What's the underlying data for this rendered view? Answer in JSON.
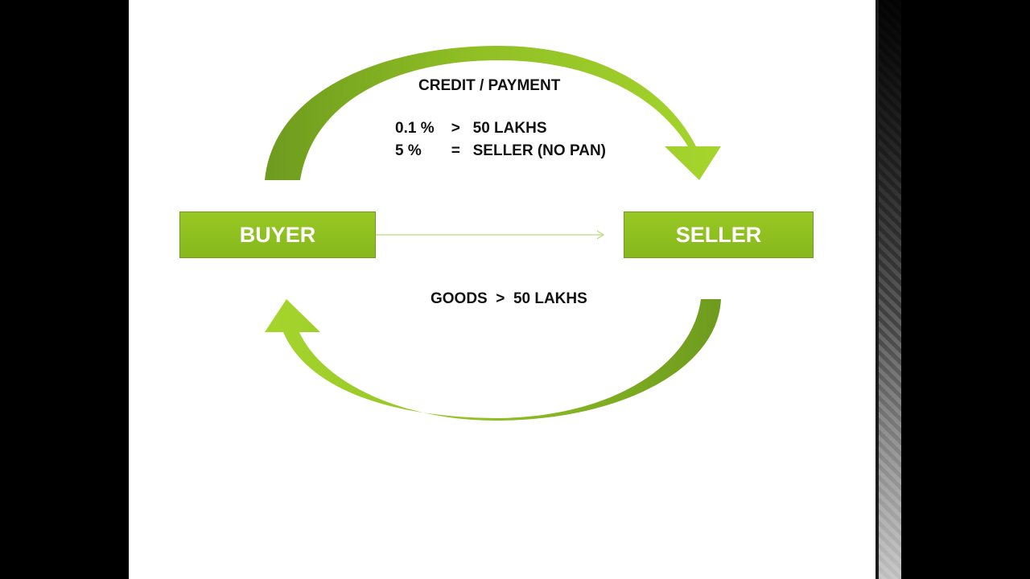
{
  "colors": {
    "box_fill": "#8fc31f",
    "arrow_dark": "#6e9b1e",
    "arrow_light": "#a3d12a",
    "background": "#ffffff",
    "text": "#111111"
  },
  "diagram": {
    "buyer_label": "BUYER",
    "seller_label": "SELLER",
    "top_arrow_title": "CREDIT / PAYMENT",
    "rules": [
      "0.1 %    >   50 LAKHS",
      "5 %       =   SELLER (NO PAN)"
    ],
    "bottom_arrow_label": "GOODS  >  50 LAKHS"
  }
}
